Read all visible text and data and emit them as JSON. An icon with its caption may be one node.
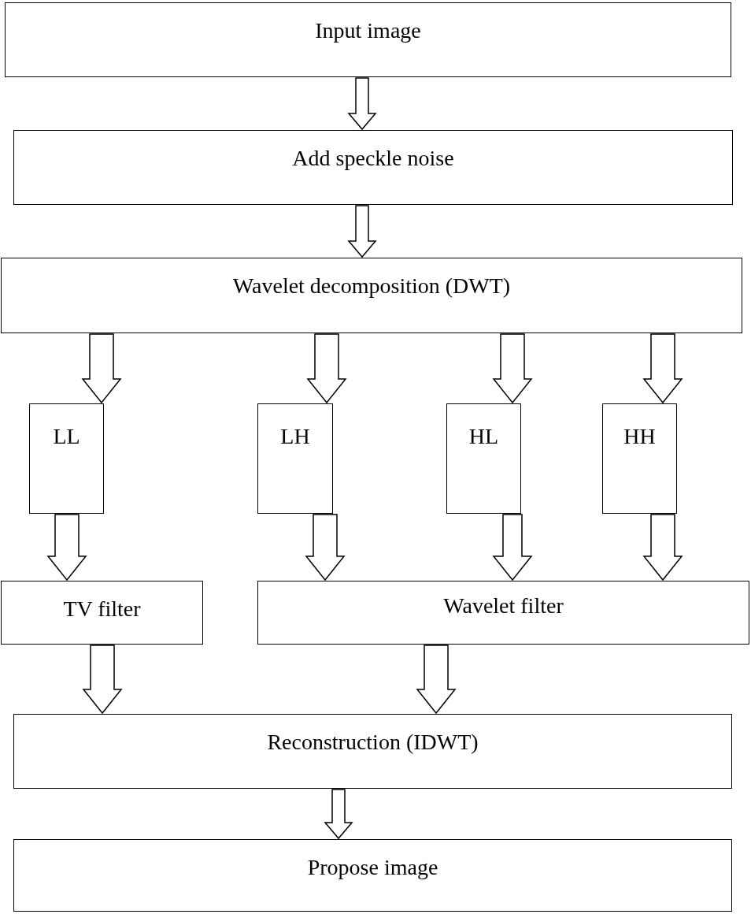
{
  "diagram": {
    "nodes": [
      {
        "text": [
          "Input image"
        ]
      },
      {
        "text": [
          "Add speckle noise"
        ]
      },
      {
        "text": [
          "Wavelet decomposition (DWT)"
        ]
      },
      {
        "text": [
          "LL"
        ]
      },
      {
        "text": [
          "LH"
        ]
      },
      {
        "text": [
          "HL"
        ]
      },
      {
        "text": [
          "HH"
        ]
      },
      {
        "text": [
          "TV filter"
        ]
      },
      {
        "text": [
          "Wavelet filter"
        ]
      },
      {
        "text": [
          "Reconstruction (IDWT)"
        ]
      },
      {
        "text": [
          "Propose image"
        ]
      }
    ],
    "edges": [
      {
        "from": 0,
        "to": 1,
        "arrow": "to"
      },
      {
        "from": 1,
        "to": 2,
        "arrow": "to"
      },
      {
        "from": 2,
        "to": 3,
        "arrow": "to"
      },
      {
        "from": 2,
        "to": 4,
        "arrow": "to"
      },
      {
        "from": 2,
        "to": 5,
        "arrow": "to"
      },
      {
        "from": 2,
        "to": 6,
        "arrow": "to"
      },
      {
        "from": 3,
        "to": 7,
        "arrow": "to"
      },
      {
        "from": 4,
        "to": 8,
        "arrow": "to"
      },
      {
        "from": 5,
        "to": 8,
        "arrow": "to"
      },
      {
        "from": 6,
        "to": 8,
        "arrow": "to"
      },
      {
        "from": 7,
        "to": 9,
        "arrow": "to"
      },
      {
        "from": 8,
        "to": 9,
        "arrow": "to"
      },
      {
        "from": 9,
        "to": 10,
        "arrow": "to"
      }
    ]
  }
}
